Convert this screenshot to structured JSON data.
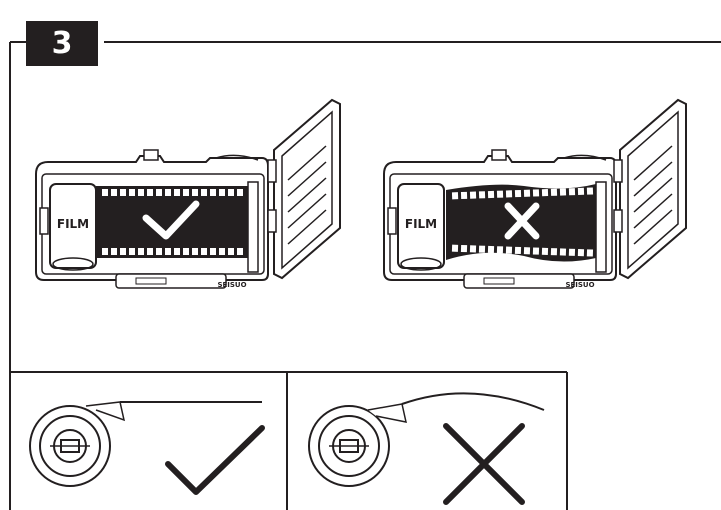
{
  "step": {
    "number": "3"
  },
  "cameras": [
    {
      "id": "correct",
      "cartridge_label": "FILM",
      "verdict": "check-mark-icon",
      "brand_mark": "SEISUO"
    },
    {
      "id": "incorrect",
      "cartridge_label": "FILM",
      "verdict": "cross-mark-icon",
      "brand_mark": "SEISUO"
    }
  ],
  "film_leader": [
    {
      "id": "correct",
      "verdict": "check-mark-icon"
    },
    {
      "id": "incorrect",
      "verdict": "cross-mark-icon"
    }
  ],
  "colors": {
    "ink": "#231f20",
    "paper": "#ffffff"
  }
}
